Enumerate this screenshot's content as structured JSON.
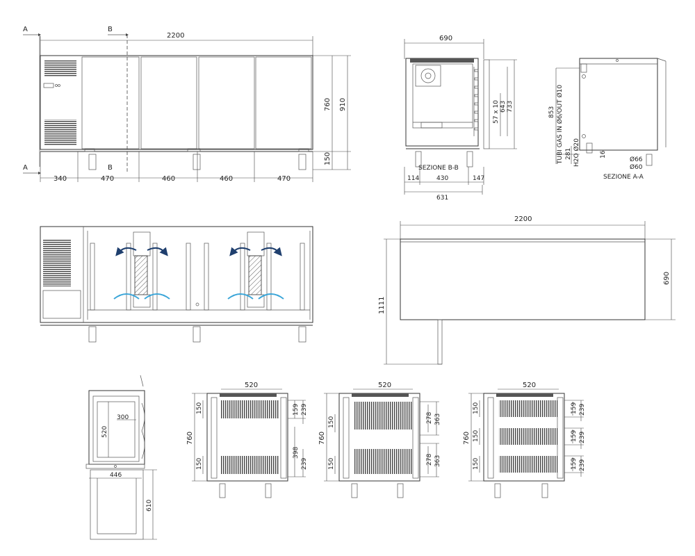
{
  "labels": {
    "sec_a_top": "A",
    "sec_a_bottom": "A",
    "sec_b_top": "B",
    "sec_b_bottom": "B",
    "front_width": "2200",
    "front_h_760": "760",
    "front_h_910": "910",
    "front_h_150": "150",
    "seg_340": "340",
    "seg_470a": "470",
    "seg_460a": "460",
    "seg_460b": "460",
    "seg_470b": "470",
    "side_width": "690",
    "side_57x10": "57 x 10",
    "side_643": "643",
    "side_733": "733",
    "side_114": "114",
    "side_430": "430",
    "side_147": "147",
    "side_631": "631",
    "section_bb": "SEZIONE B-B",
    "sec_a_853": "853",
    "sec_a_gas": "TUBI GAS IN Ø6/OUT Ø10",
    "sec_a_281": "281",
    "sec_a_h2o": "H2O Ø20",
    "sec_a_16": "16",
    "sec_a_d66": "Ø66",
    "sec_a_d60": "Ø60",
    "section_aa": "SEZIONE A-A",
    "top_width": "2200",
    "top_690": "690",
    "top_1111": "1111",
    "door_300": "300",
    "door_520": "520",
    "door_446": "446",
    "door_610": "610",
    "c1_520": "520",
    "c1_760": "760",
    "c1_150a": "150",
    "c1_150b": "150",
    "c1_159": "159",
    "c1_239": "239",
    "c1_398": "398",
    "c1_239b": "239",
    "c2_520": "520",
    "c2_760": "760",
    "c2_150a": "150",
    "c2_150b": "150",
    "c2_278a": "278",
    "c2_363a": "363",
    "c2_278b": "278",
    "c2_363b": "363",
    "c3_520": "520",
    "c3_760": "760",
    "c3_150a": "150",
    "c3_150b": "150",
    "c3_150c": "150",
    "c3_159a": "159",
    "c3_239a": "239",
    "c3_159b": "159",
    "c3_239b": "239",
    "c3_159c": "159",
    "c3_239c": "239"
  },
  "colors": {
    "airflow_dark": "#1f3f6e",
    "airflow_light": "#3aa5d8"
  }
}
